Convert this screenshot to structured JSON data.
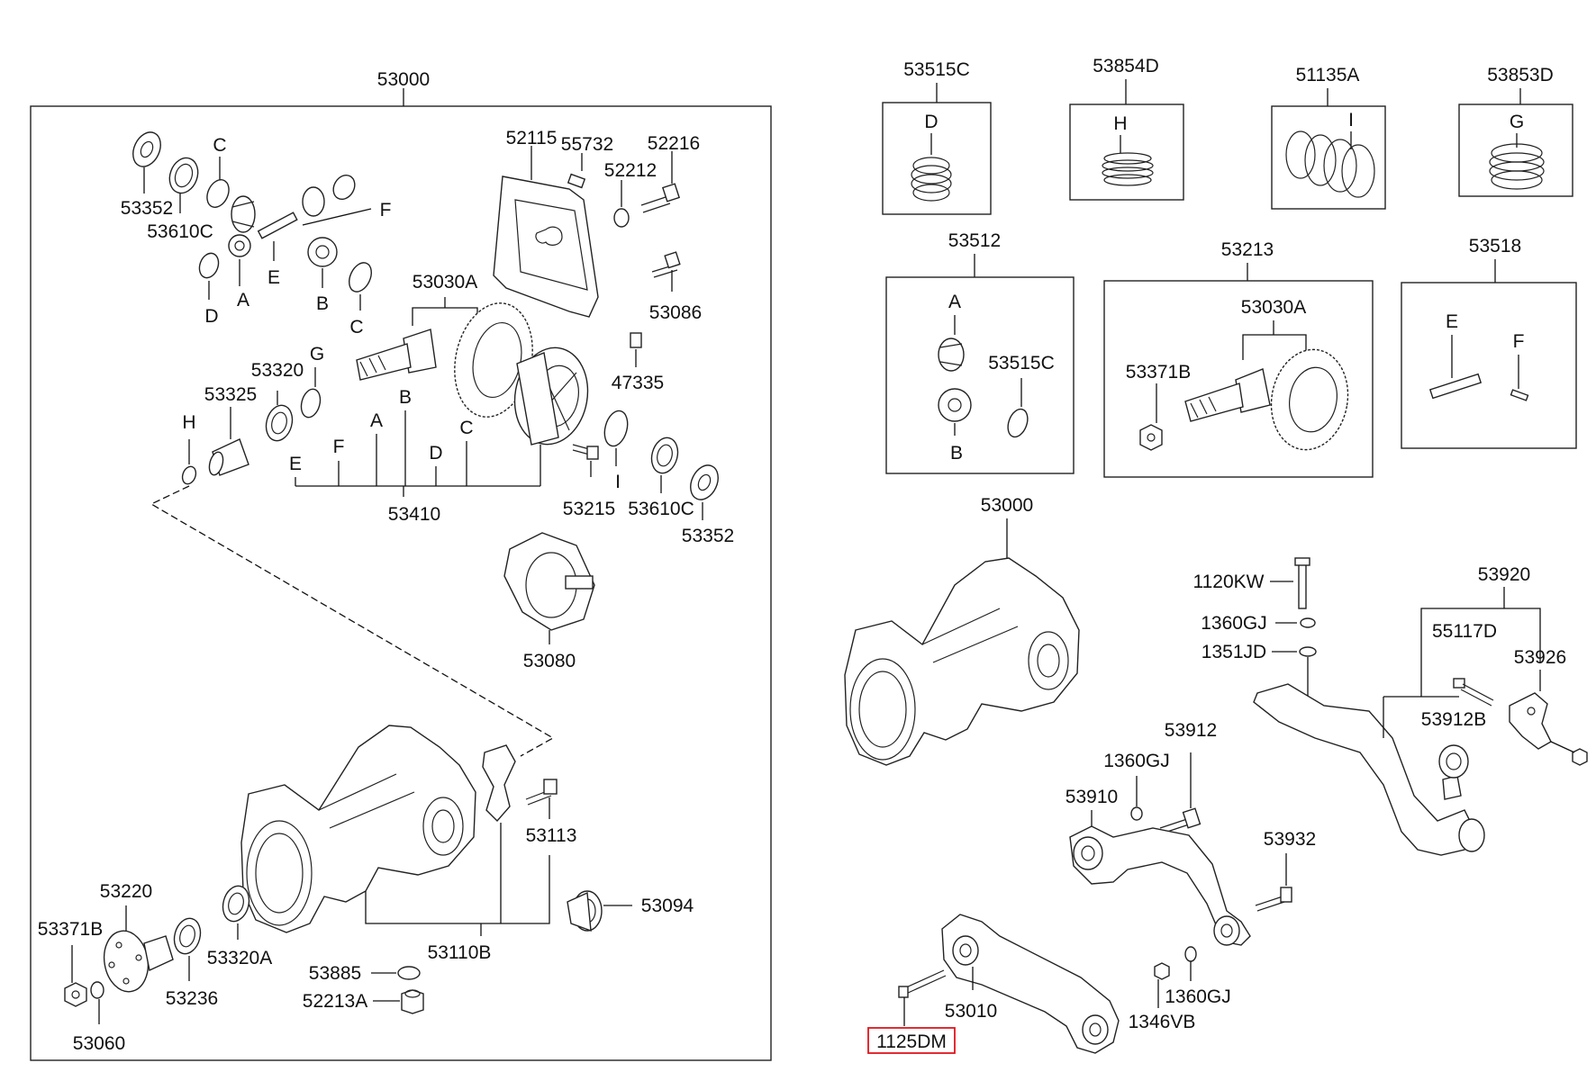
{
  "highlight_color": "#e0141b",
  "assembly": {
    "label": "53000",
    "parts": {
      "p53352a": "53352",
      "p53610c_a": "53610C",
      "c_top": "C",
      "f_label": "F",
      "e_label": "E",
      "a_label": "A",
      "b_label": "B",
      "d_label": "D",
      "c_label2": "C",
      "p52115": "52115",
      "p55732": "55732",
      "p52216": "52216",
      "p52212": "52212",
      "p53086": "53086",
      "p53030a": "53030A",
      "p47335": "47335",
      "p53320": "53320",
      "g_label": "G",
      "p53325": "53325",
      "h_label": "H",
      "b_row": "B",
      "a_row": "A",
      "f_row": "F",
      "d_row": "D",
      "c_row": "C",
      "e_row": "E",
      "p53410": "53410",
      "i_label": "I",
      "p53215": "53215",
      "p53610c_b": "53610C",
      "p53352b": "53352",
      "p53080": "53080",
      "p53113": "53113",
      "p53094": "53094",
      "p53110b": "53110B",
      "p53220": "53220",
      "p53371b": "53371B",
      "p53320a": "53320A",
      "p53236": "53236",
      "p53060": "53060",
      "p53885": "53885",
      "p52213a": "52213A"
    }
  },
  "kits": {
    "k53515c": {
      "title": "53515C",
      "letter": "D"
    },
    "k53854d": {
      "title": "53854D",
      "letter": "H"
    },
    "k51135a": {
      "title": "51135A",
      "letter": "I"
    },
    "k53853d": {
      "title": "53853D",
      "letter": "G"
    },
    "k53512": {
      "title": "53512",
      "letter_a": "A",
      "letter_b": "B",
      "part": "53515C"
    },
    "k53213": {
      "title": "53213",
      "part_a": "53030A",
      "part_b": "53371B"
    },
    "k53518": {
      "title": "53518",
      "letter_e": "E",
      "letter_f": "F"
    }
  },
  "mounting": {
    "p53000": "53000",
    "p1120kw": "1120KW",
    "p1360gj_a": "1360GJ",
    "p1351jd": "1351JD",
    "p53920": "53920",
    "p55117d": "55117D",
    "p53926": "53926",
    "p53912b": "53912B",
    "p53912": "53912",
    "p1360gj_b": "1360GJ",
    "p53910": "53910",
    "p53932": "53932",
    "p53010": "53010",
    "p1360gj_c": "1360GJ",
    "p1346vb": "1346VB",
    "p1125dm": "1125DM"
  }
}
